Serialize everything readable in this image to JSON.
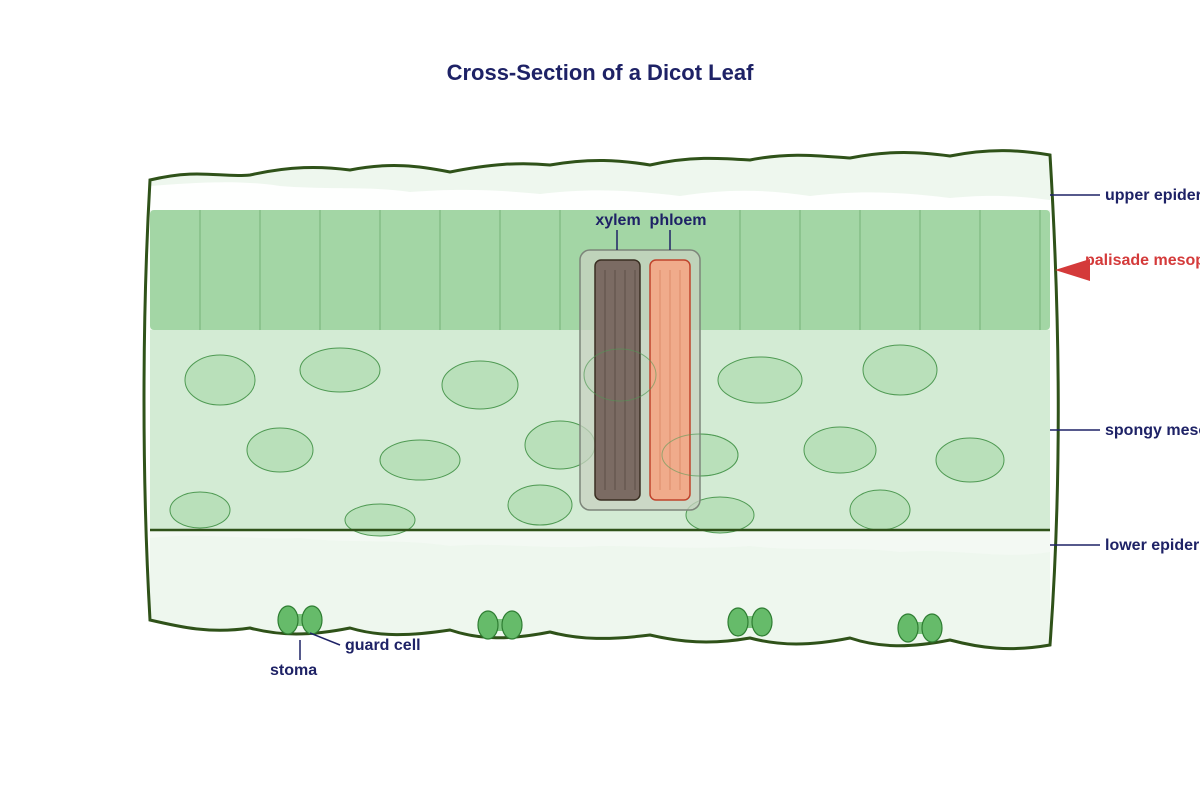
{
  "diagram": {
    "title": "Cross-Section of a Dicot Leaf",
    "labels": {
      "upper_epidermis": "upper epidermis",
      "palisade_mesophyll": "palisade mesophyll",
      "spongy_mesophyll": "spongy mesophyll",
      "lower_epidermis": "lower epidermis",
      "xylem": "xylem",
      "phloem": "phloem",
      "guard_cell": "guard cell",
      "stoma": "stoma"
    },
    "colors": {
      "title": "#1e2266",
      "label": "#1e2266",
      "highlight_label": "#d43a3a",
      "outline": "#2f5219",
      "palisade": "#a3d6a5",
      "spongy": "#d3ebd4",
      "epidermis": "#eef7ee",
      "cell": "#b9e0ba",
      "guard_cell": "#66bb6a",
      "xylem": "#7b6b63",
      "phloem": "#f0ab8b"
    }
  }
}
